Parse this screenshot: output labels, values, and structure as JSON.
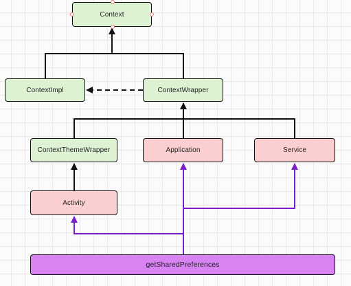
{
  "diagram": {
    "nodes": {
      "context": {
        "label": "Context",
        "fill": "#dcf2d2"
      },
      "context_impl": {
        "label": "ContextImpl",
        "fill": "#dcf2d2"
      },
      "context_wrapper": {
        "label": "ContextWrapper",
        "fill": "#dcf2d2"
      },
      "context_theme_wrapper": {
        "label": "ContextThemeWrapper",
        "fill": "#dcf2d2"
      },
      "application": {
        "label": "Application",
        "fill": "#fbcfcf"
      },
      "service": {
        "label": "Service",
        "fill": "#fbcfcf"
      },
      "activity": {
        "label": "Activity",
        "fill": "#fbcfcf"
      },
      "get_shared_preferences": {
        "label": "getSharedPreferences",
        "fill": "#d784f2"
      }
    },
    "edges": [
      {
        "from": "context_impl",
        "to": "context",
        "style": "solid",
        "color": "#111111"
      },
      {
        "from": "context_wrapper",
        "to": "context",
        "style": "solid",
        "color": "#111111"
      },
      {
        "from": "context_wrapper",
        "to": "context_impl",
        "style": "dashed",
        "color": "#111111"
      },
      {
        "from": "context_theme_wrapper",
        "to": "context_wrapper",
        "style": "solid",
        "color": "#111111"
      },
      {
        "from": "application",
        "to": "context_wrapper",
        "style": "solid",
        "color": "#111111"
      },
      {
        "from": "service",
        "to": "context_wrapper",
        "style": "solid",
        "color": "#111111"
      },
      {
        "from": "activity",
        "to": "context_theme_wrapper",
        "style": "solid",
        "color": "#111111"
      },
      {
        "from": "get_shared_preferences",
        "to": "activity",
        "style": "solid",
        "color": "#7b1fcc"
      },
      {
        "from": "get_shared_preferences",
        "to": "application",
        "style": "solid",
        "color": "#7b1fcc"
      },
      {
        "from": "get_shared_preferences",
        "to": "service",
        "style": "solid",
        "color": "#7b1fcc"
      }
    ],
    "colors": {
      "base_class": "#dcf2d2",
      "component": "#fbcfcf",
      "method": "#d784f2",
      "inheritance_line": "#111111",
      "call_line": "#7b1fcc",
      "selection_handle": "#e07b6c"
    }
  }
}
